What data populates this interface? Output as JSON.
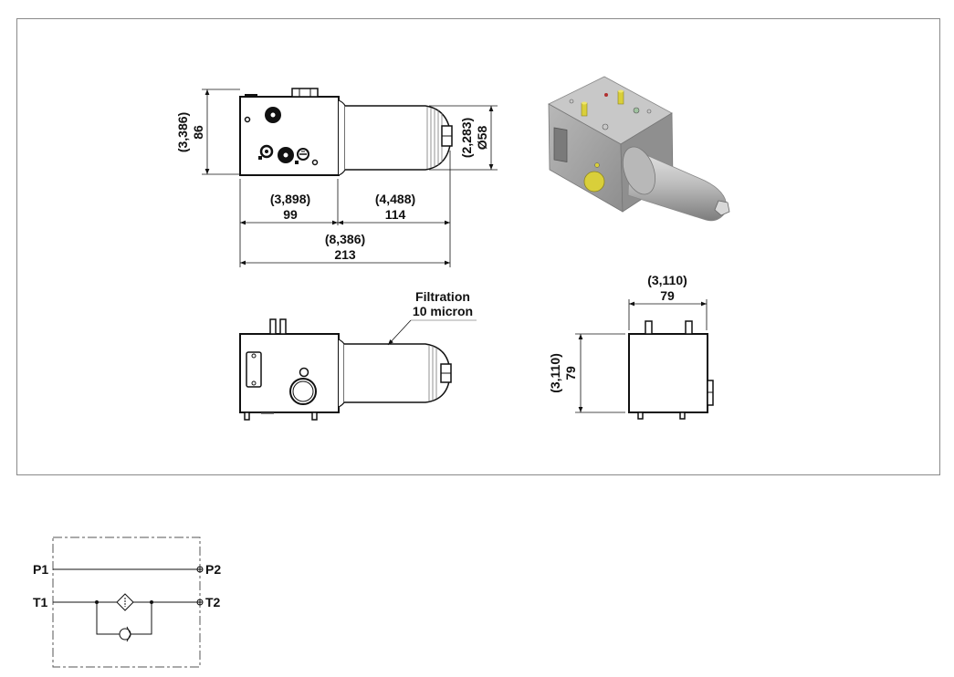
{
  "drawing": {
    "front_view": {
      "height_in": "(3,386)",
      "height_mm": "86",
      "diameter_in": "(2,283)",
      "diameter_mm": "Ø58",
      "block_length_in": "(3,898)",
      "block_length_mm": "99",
      "filter_length_in": "(4,488)",
      "filter_length_mm": "114",
      "total_length_in": "(8,386)",
      "total_length_mm": "213"
    },
    "side_view": {
      "note_line1": "Filtration",
      "note_line2": "10 micron"
    },
    "end_view": {
      "width_in": "(3,110)",
      "width_mm": "79",
      "height_in": "(3,110)",
      "height_mm": "79"
    },
    "isometric_view": {
      "body_color": "#a9a9a9",
      "fitting_color": "#d9cf3a"
    }
  },
  "schematic": {
    "ports": {
      "p1": "P1",
      "p2": "P2",
      "t1": "T1",
      "t2": "T2"
    }
  }
}
